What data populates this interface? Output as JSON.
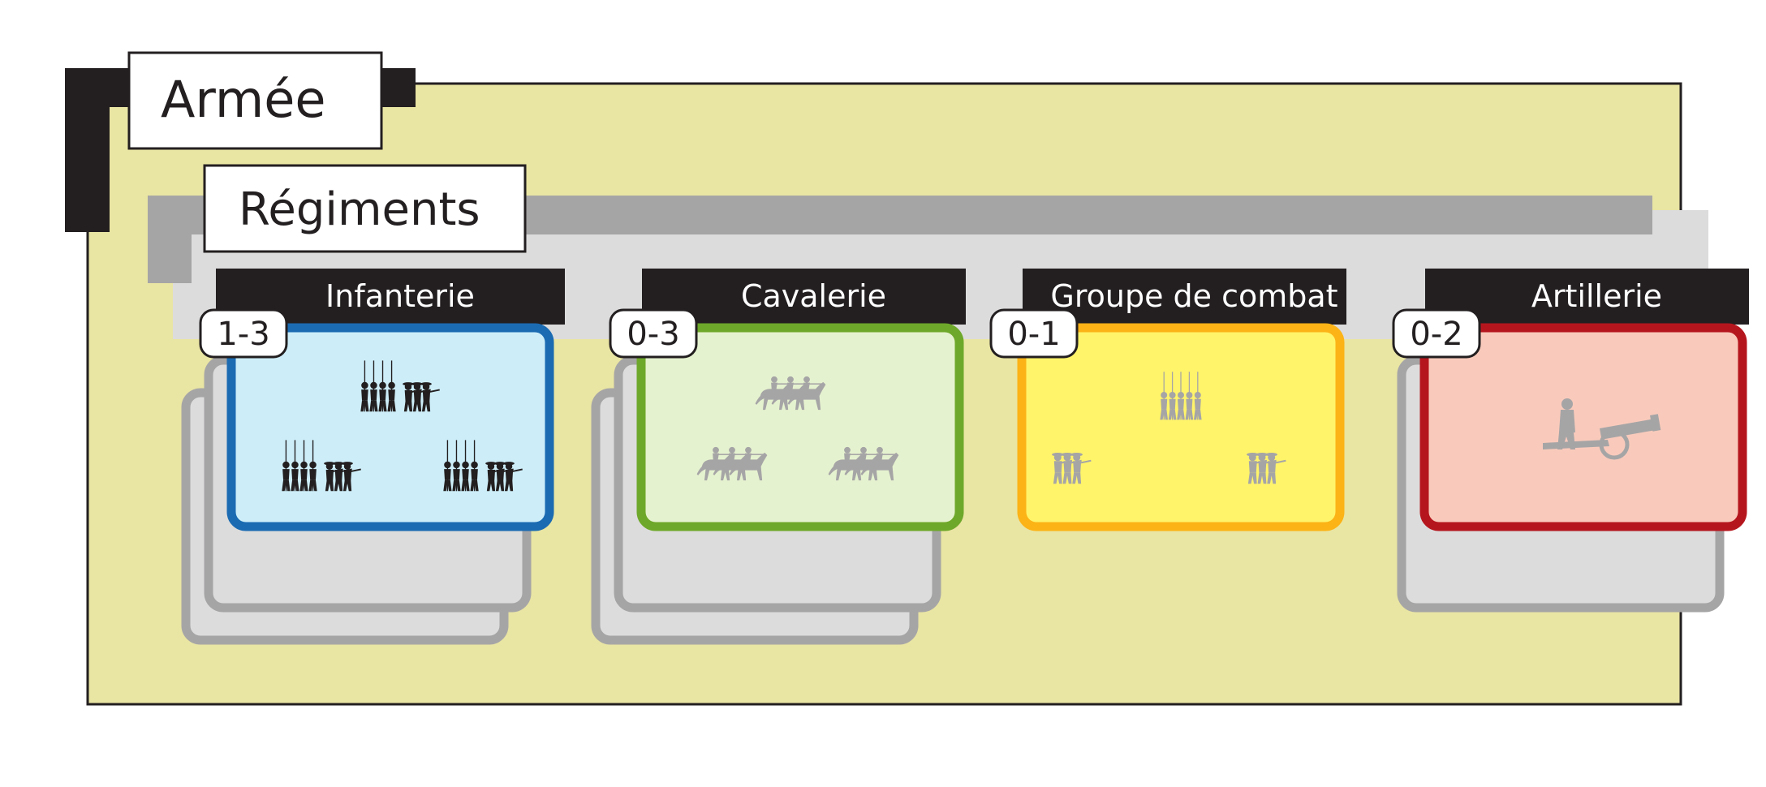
{
  "diagram": {
    "army_label": "Armée",
    "regiments_label": "Régiments",
    "categories": [
      {
        "name": "Infanterie",
        "count": "1-3",
        "stack_depth": 3,
        "border": "#1b6bb2",
        "fill": "#cdeef9",
        "unit_color": "#231f20",
        "icon": "pike-and-shot-icon"
      },
      {
        "name": "Cavalerie",
        "count": "0-3",
        "stack_depth": 3,
        "border": "#6ea82a",
        "fill": "#e5f2cf",
        "unit_color": "#a6a5a6",
        "icon": "cavalry-icon"
      },
      {
        "name": "Groupe de combat",
        "count": "0-1",
        "stack_depth": 1,
        "border": "#fcb316",
        "fill": "#fff46a",
        "unit_color": "#a6a5a6",
        "icon": "infantry-group-icon"
      },
      {
        "name": "Artillerie",
        "count": "0-2",
        "stack_depth": 2,
        "border": "#b5161e",
        "fill": "#f9cabb",
        "unit_color": "#a6a5a6",
        "icon": "cannon-icon"
      }
    ],
    "colors": {
      "army_fill": "#e9e5a3",
      "dark": "#231f20",
      "grey": "#a6a5a6",
      "light_grey": "#dcdcdc"
    }
  }
}
